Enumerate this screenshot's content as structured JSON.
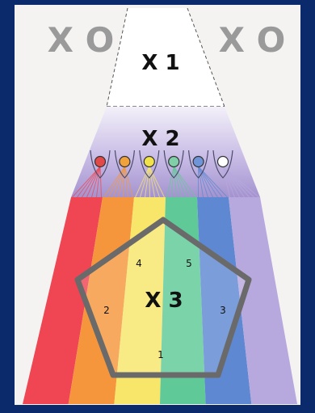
{
  "colors": {
    "background": "#0a2a6b",
    "panel": "#f4f3f1",
    "zone_x1": "#ffffff",
    "zone_x2_top": "#f2eef8",
    "zone_x2_bottom": "#a99ad0",
    "bands": [
      "#f04552",
      "#f6963c",
      "#f7e66a",
      "#5fca98",
      "#5f88d2",
      "#b7a8de"
    ],
    "bulbs": [
      "#e24a4a",
      "#f0a33c",
      "#f2e24a",
      "#7fd0a8",
      "#6f95d8",
      "#ffffff"
    ],
    "pentagon_stroke": "#6a6a6a",
    "label_gray": "#9a9a9a",
    "label_dark": "#111111"
  },
  "labels": {
    "x0_left": "X O",
    "x0_right": "X O",
    "x1": "X 1",
    "x2": "X 2",
    "x3": "X 3"
  },
  "pentagon_numbers": [
    "1",
    "2",
    "3",
    "4",
    "5"
  ],
  "zones": [
    {
      "name": "x1",
      "label": "X 1"
    },
    {
      "name": "x2",
      "label": "X 2",
      "bulbs": 6
    },
    {
      "name": "x3",
      "label": "X 3",
      "bands": 6
    }
  ]
}
